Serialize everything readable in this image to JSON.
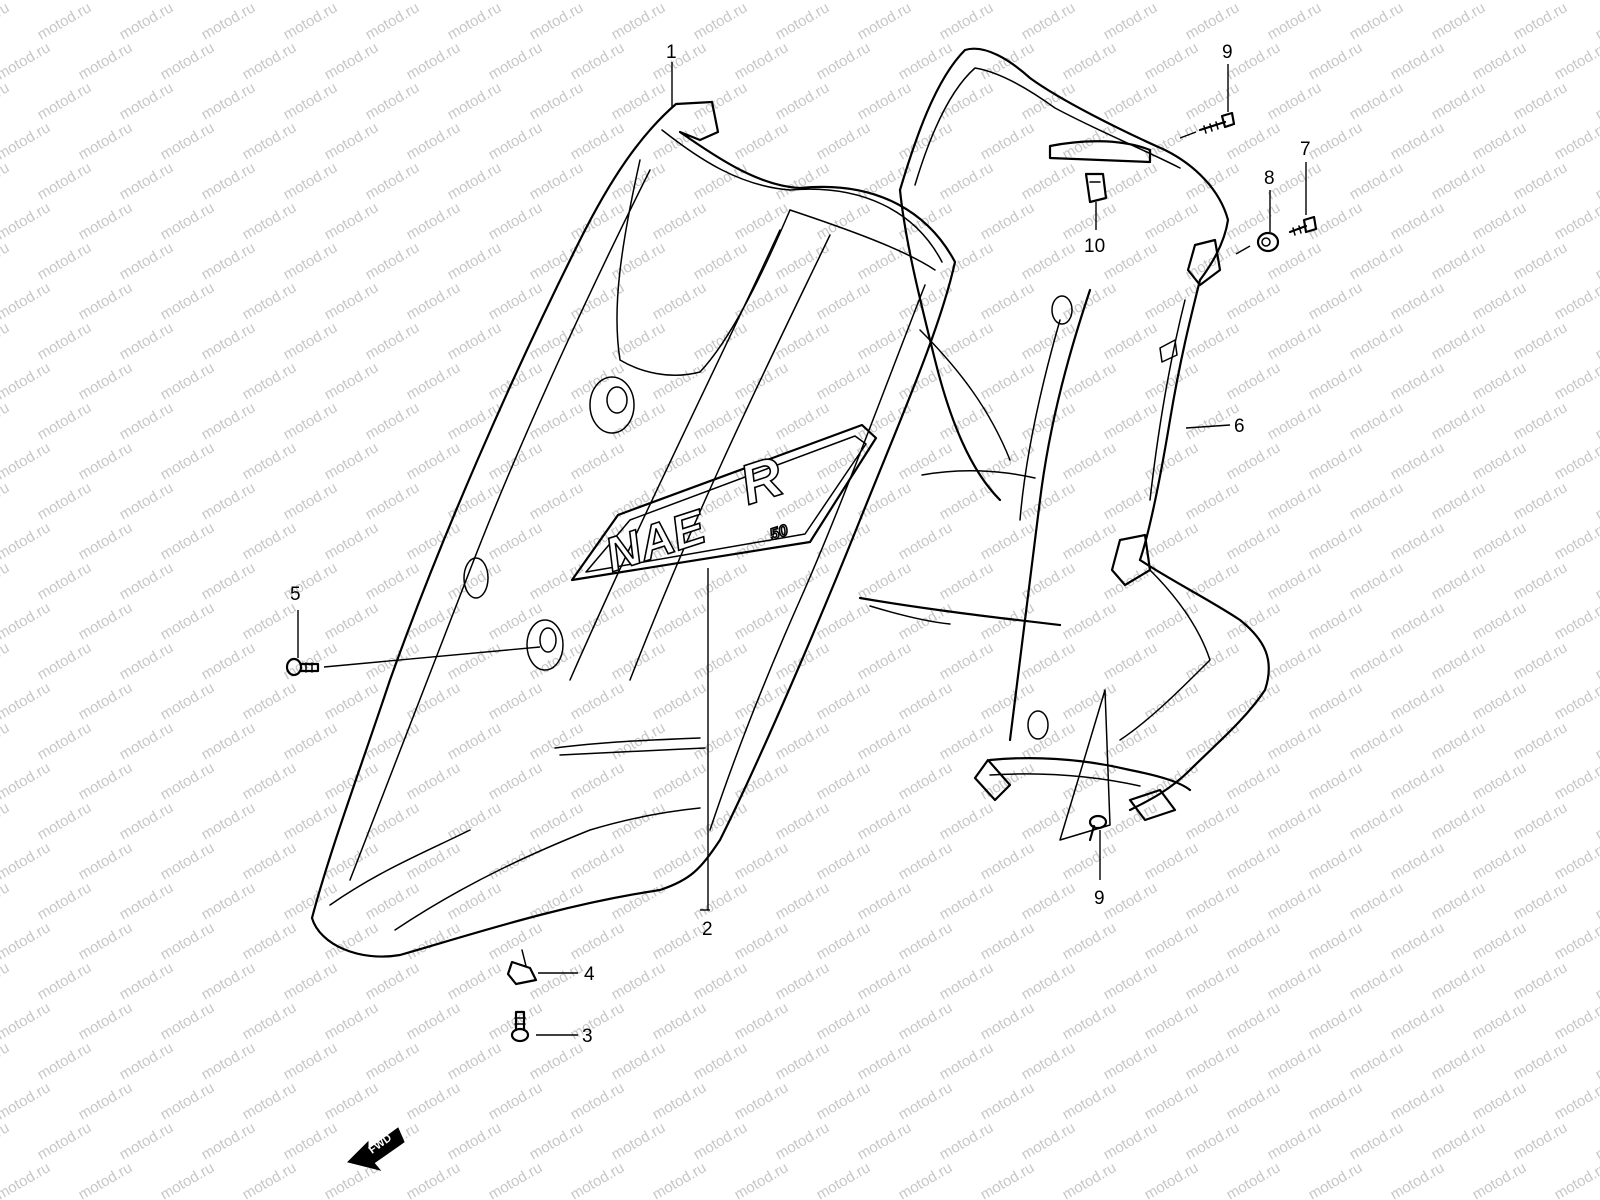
{
  "watermark": {
    "text": "motod.ru",
    "color": "#c7c7c7"
  },
  "emblem": {
    "letter": "R",
    "model": "NAE",
    "badge": "50"
  },
  "direction_marker": {
    "label": "FWD"
  },
  "callouts": [
    {
      "id": "callout-1",
      "label": "1"
    },
    {
      "id": "callout-2",
      "label": "2"
    },
    {
      "id": "callout-3",
      "label": "3"
    },
    {
      "id": "callout-4",
      "label": "4"
    },
    {
      "id": "callout-5",
      "label": "5"
    },
    {
      "id": "callout-6",
      "label": "6"
    },
    {
      "id": "callout-7",
      "label": "7"
    },
    {
      "id": "callout-8",
      "label": "8"
    },
    {
      "id": "callout-9a",
      "label": "9"
    },
    {
      "id": "callout-9b",
      "label": "9"
    },
    {
      "id": "callout-10",
      "label": "10"
    }
  ]
}
